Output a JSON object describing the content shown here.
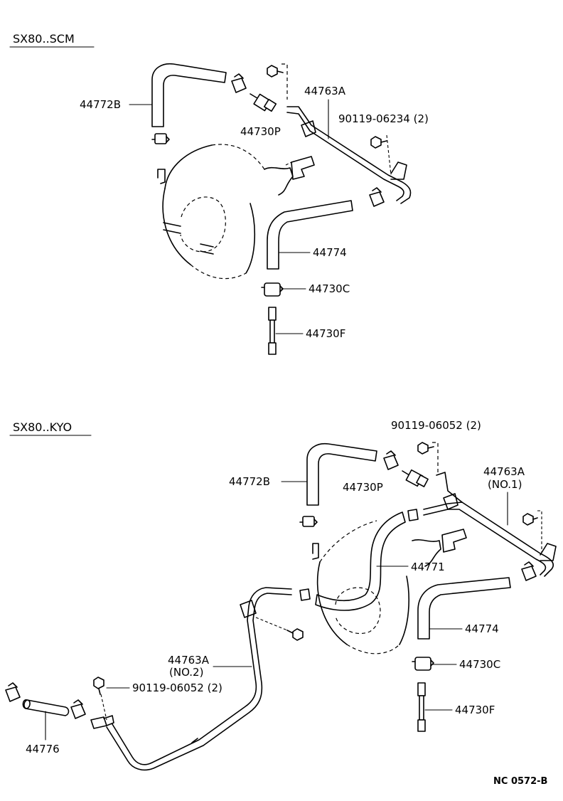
{
  "sections": [
    {
      "id": "scm",
      "title": "SX80..SCM",
      "parts": {
        "p44772b": "44772B",
        "p44763a": "44763A",
        "p90119_06234": "90119-06234 (2)",
        "p44730p": "44730P",
        "p44774": "44774",
        "p44730c": "44730C",
        "p44730f": "44730F"
      }
    },
    {
      "id": "kyo",
      "title": "SX80..KYO",
      "parts": {
        "p90119_06052_top": "90119-06052 (2)",
        "p44772b": "44772B",
        "p44730p": "44730P",
        "p44763a_no1_a": "44763A",
        "p44763a_no1_b": "(NO.1)",
        "p44771": "44771",
        "p44774": "44774",
        "p44763a_no2_a": "44763A",
        "p44763a_no2_b": "(NO.2)",
        "p90119_06052_bot": "90119-06052 (2)",
        "p44730c": "44730C",
        "p44730f": "44730F",
        "p44776": "44776"
      }
    }
  ],
  "footer": {
    "reference": "NC  0572-B"
  }
}
